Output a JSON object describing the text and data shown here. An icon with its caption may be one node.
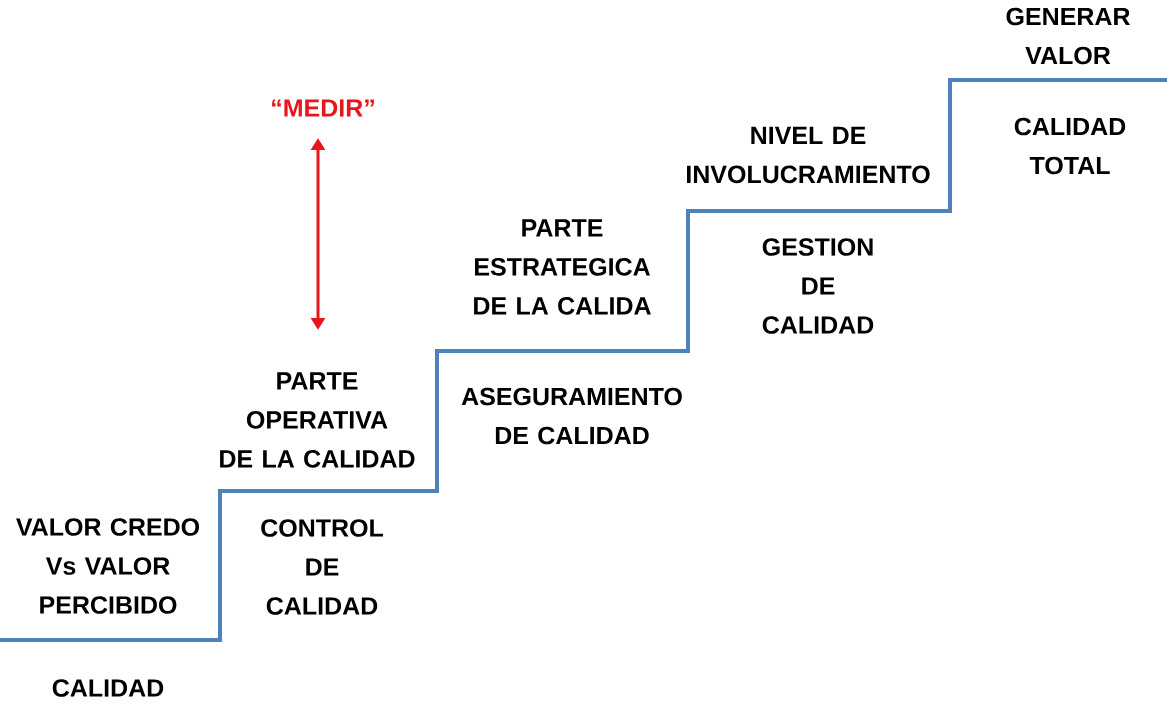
{
  "diagram": {
    "labels": [
      "VALOR CREDO Vs VALOR PERCIBIDO",
      "CALIDAD",
      "PARTE OPERATIVA DE LA CALIDAD",
      "CONTROL DE CALIDAD",
      "“MEDIR”",
      "PARTE ESTRATEGICA DE LA CALIDA",
      "ASEGURAMIENTO DE CALIDAD",
      "NIVEL DE INVOLUCRAMIENTO",
      "GESTION DE CALIDAD",
      "GENERAR VALOR",
      "CALIDAD TOTAL"
    ]
  }
}
